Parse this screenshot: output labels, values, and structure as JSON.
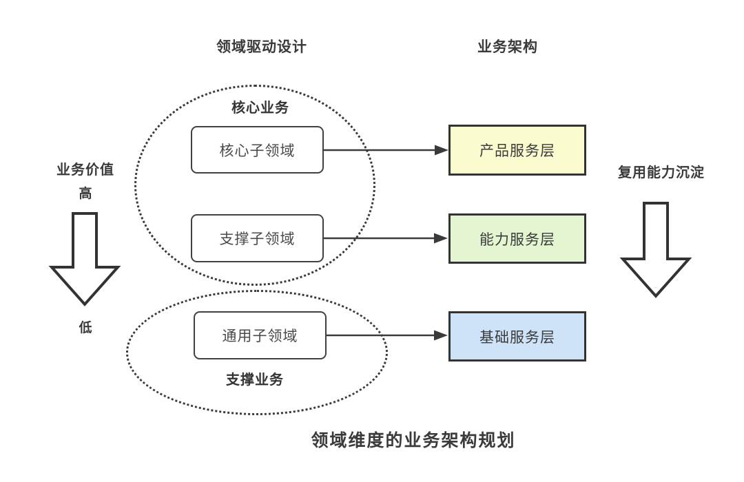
{
  "headers": {
    "ddd": "领域驱动设计",
    "business_architecture": "业务架构"
  },
  "left_axis": {
    "label": "业务价值",
    "high": "高",
    "low": "低"
  },
  "right_axis": {
    "label": "复用能力沉淀"
  },
  "groups": {
    "core": {
      "label": "核心业务",
      "subdomains": [
        "核心子领域",
        "支撑子领域"
      ]
    },
    "support": {
      "label": "支撑业务",
      "subdomains": [
        "通用子领域"
      ]
    }
  },
  "service_layers": [
    {
      "label": "产品服务层",
      "fill": "#fbfbd0"
    },
    {
      "label": "能力服务层",
      "fill": "#e3f6d1"
    },
    {
      "label": "基础服务层",
      "fill": "#cfe3f8"
    }
  ],
  "title": "领域维度的业务架构规划",
  "colors": {
    "stroke": "#3a3a3a",
    "arrow_fill": "#ffffff",
    "background": "#ffffff"
  }
}
